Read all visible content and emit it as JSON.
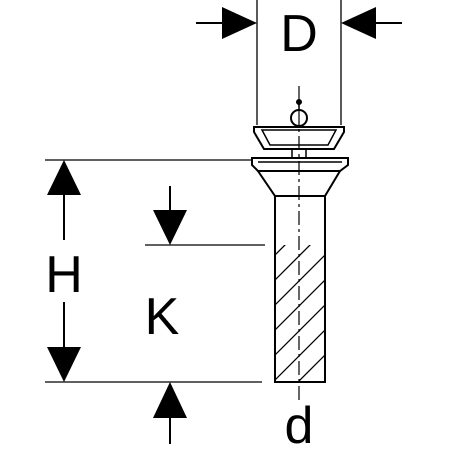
{
  "labels": {
    "D": "D",
    "H": "H",
    "K": "K",
    "d": "d"
  },
  "colors": {
    "ink": "#000000",
    "background": "#ffffff"
  }
}
